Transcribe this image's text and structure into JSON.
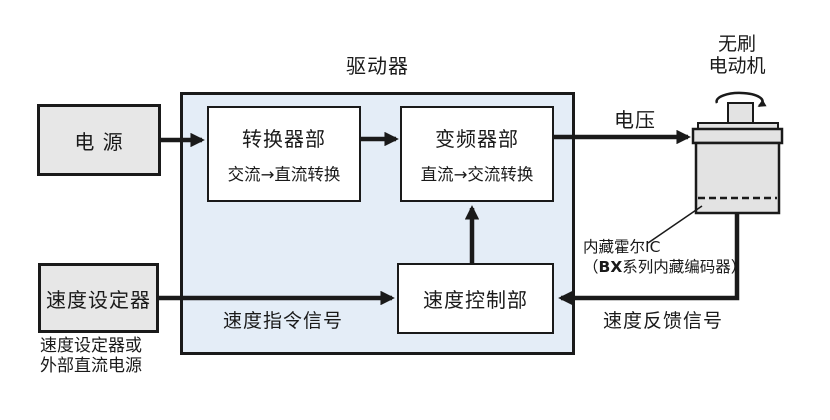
{
  "diagram": {
    "driver_label": "驱动器",
    "power_box": {
      "label": "电 源"
    },
    "converter_box": {
      "title": "转换器部",
      "subtitle": "交流→直流转换"
    },
    "inverter_box": {
      "title": "变频器部",
      "subtitle": "直流→交流转换"
    },
    "speed_control_box": {
      "title": "速度控制部"
    },
    "speed_setter_box": {
      "title": "速度设定器",
      "caption_line1": "速度设定器或",
      "caption_line2": "外部直流电源"
    },
    "motor": {
      "label_line1": "无刷",
      "label_line2": "电动机"
    },
    "signals": {
      "voltage": "电压",
      "speed_command": "速度指令信号",
      "speed_feedback": "速度反馈信号"
    },
    "hall_ic": {
      "line1": "内藏霍尔IC",
      "line2_open": "（",
      "line2_bx": "BX",
      "line2_rest": "系列内藏编码器）"
    }
  },
  "colors": {
    "line_black": "#1a1a1a",
    "container_blue": "#e4edf7",
    "box_gray": "#e7e7e7",
    "motor_gray": "#e3e3e3",
    "white": "#ffffff"
  }
}
